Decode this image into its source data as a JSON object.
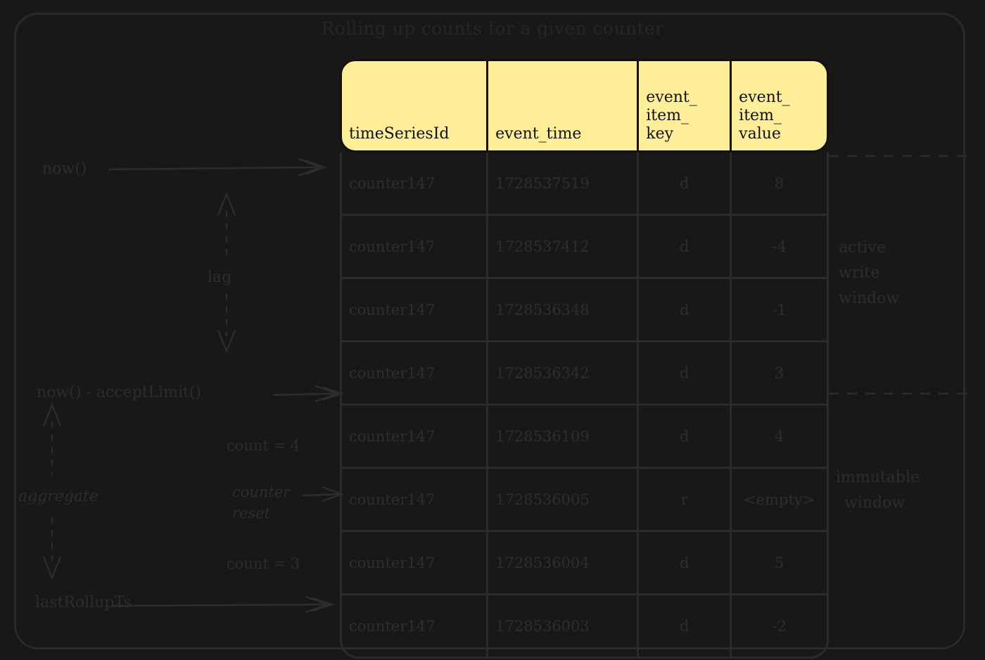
{
  "title": "Rolling up counts for a given counter",
  "colors": {
    "background": "#181818",
    "header_fill": "#ffee99",
    "ink": "#2d2d2d",
    "border": "#2b2b2b"
  },
  "table": {
    "columns": [
      {
        "key": "timeSeriesId",
        "label": "timeSeriesId"
      },
      {
        "key": "event_time",
        "label": "event_time"
      },
      {
        "key": "event_item_key",
        "label": "event_\nitem_\nkey"
      },
      {
        "key": "event_item_value",
        "label": "event_\nitem_\nvalue"
      }
    ],
    "column_labels_flat": [
      "timeSeriesId",
      "event_time",
      "event_item_key",
      "event_item_value"
    ],
    "rows": [
      {
        "timeSeriesId": "counter147",
        "event_time": "1728537519",
        "event_item_key": "d",
        "event_item_value": "8"
      },
      {
        "timeSeriesId": "counter147",
        "event_time": "1728537412",
        "event_item_key": "d",
        "event_item_value": "-4"
      },
      {
        "timeSeriesId": "counter147",
        "event_time": "1728536348",
        "event_item_key": "d",
        "event_item_value": "-1"
      },
      {
        "timeSeriesId": "counter147",
        "event_time": "1728536342",
        "event_item_key": "d",
        "event_item_value": "3"
      },
      {
        "timeSeriesId": "counter147",
        "event_time": "1728536109",
        "event_item_key": "d",
        "event_item_value": "4"
      },
      {
        "timeSeriesId": "counter147",
        "event_time": "1728536005",
        "event_item_key": "r",
        "event_item_value": "<empty>"
      },
      {
        "timeSeriesId": "counter147",
        "event_time": "1728536004",
        "event_item_key": "d",
        "event_item_value": "5"
      },
      {
        "timeSeriesId": "counter147",
        "event_time": "1728536003",
        "event_item_key": "d",
        "event_item_value": "-2"
      }
    ]
  },
  "left_diagram": {
    "now_label": "now()",
    "lag_label": "lag",
    "accept_limit_label": "now() - acceptLimit()",
    "aggregate_label": "aggregate",
    "last_rollup_label": "lastRollupTs",
    "count_upper": "count = 4",
    "counter_reset_line1": "counter",
    "counter_reset_line2": "reset",
    "count_lower": "count = 3"
  },
  "right_annotations": {
    "active_window": [
      "active",
      "write",
      "window"
    ],
    "immutable_window": [
      "immutable",
      "window"
    ]
  }
}
